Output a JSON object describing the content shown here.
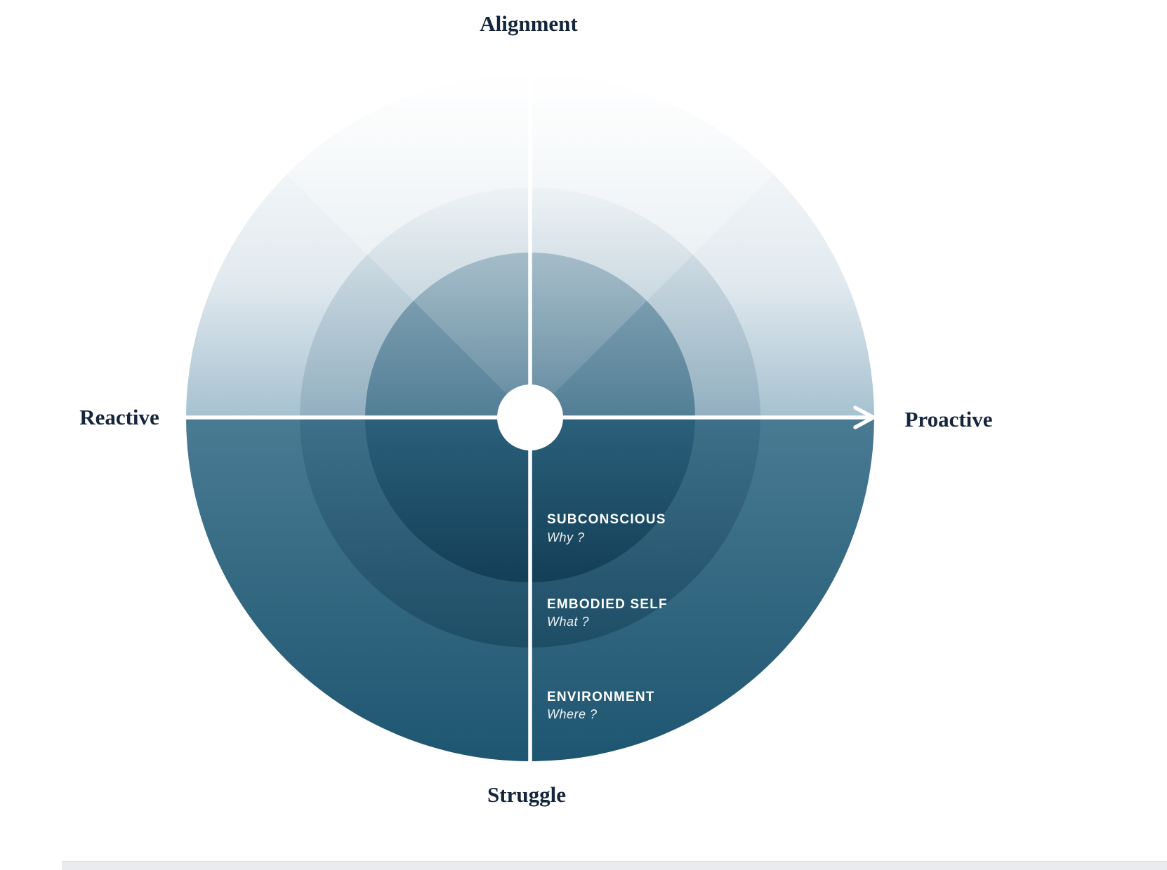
{
  "diagram": {
    "axes": {
      "top": "Alignment",
      "bottom": "Struggle",
      "left": "Reactive",
      "right": "Proactive"
    },
    "rings": [
      {
        "name": "SUBCONSCIOUS",
        "question": "Why ?"
      },
      {
        "name": "EMBODIED SELF",
        "question": "What ?"
      },
      {
        "name": "ENVIRONMENT",
        "question": "Where ?"
      }
    ],
    "colors": {
      "axis_label": "#15263c",
      "ring_label": "#ffffff",
      "outer_top": "#ffffff",
      "outer_mid_light": "#a6c1d0",
      "outer_bottom": "#1e5570",
      "middle_bottom": "#1e4d66",
      "inner_bottom": "#133f57",
      "cross_lines": "#ffffff"
    }
  }
}
